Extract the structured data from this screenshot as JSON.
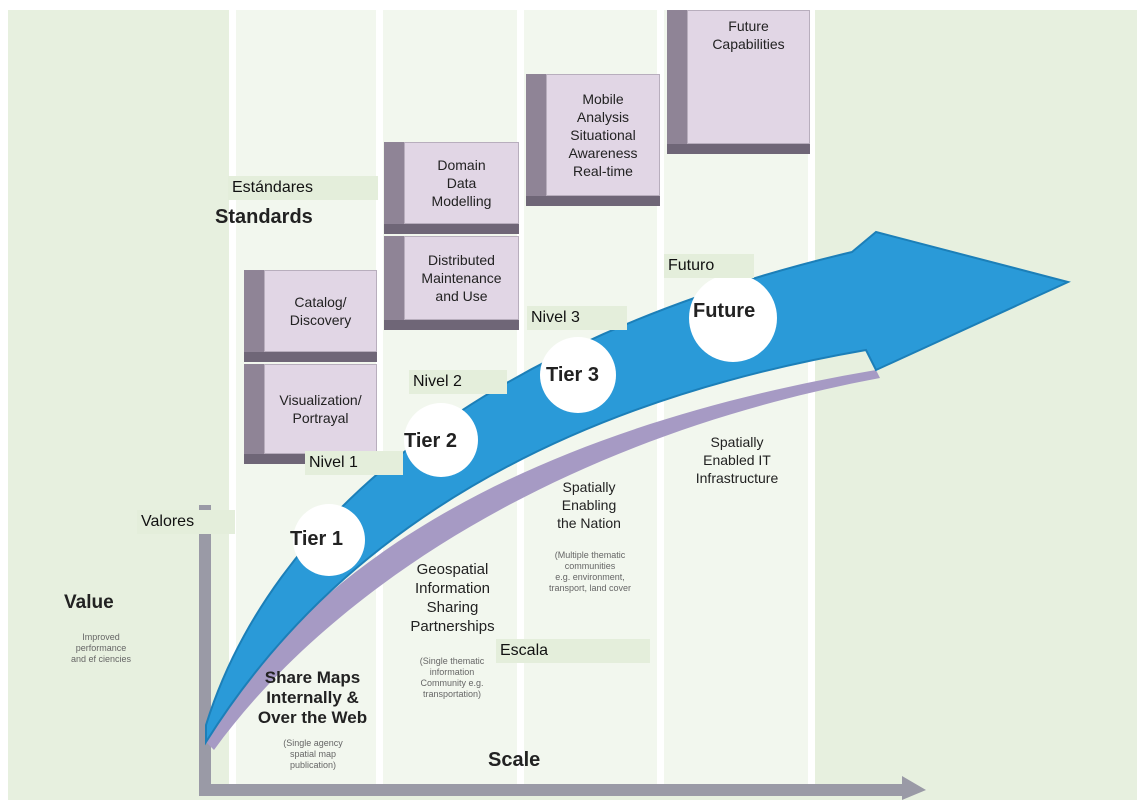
{
  "axes": {
    "value_label": "Value",
    "value_desc": "Improved\nperformance\nand ef ciencies",
    "scale_label": "Scale"
  },
  "boxes": {
    "visualization": "Visualization/\nPortrayal",
    "catalog": "Catalog/\nDiscovery",
    "distributed": "Distributed\nMaintenance\nand Use",
    "domain": "Domain\nData\nModelling",
    "mobile": "Mobile\nAnalysis\nSituational\nAwareness\nReal-time",
    "future_cap": "Future\nCapabilities"
  },
  "standards": "Standards",
  "tiers": {
    "tier1": "Tier 1",
    "tier2": "Tier 2",
    "tier3": "Tier 3",
    "future": "Future"
  },
  "descriptions": {
    "d1_title": "Share Maps\nInternally &\nOver the Web",
    "d1_sub": "(Single agency\nspatial map\npublication)",
    "d2_title": "Geospatial\nInformation\nSharing\nPartnerships",
    "d2_sub": "(Single thematic\ninformation\nCommunity e.g.\ntransportation)",
    "d3_title": "Spatially\nEnabling\nthe Nation",
    "d3_sub": "(Multiple thematic\ncommunities\ne.g. environment,\ntransport, land cover",
    "d4_title": "Spatially\nEnabled IT\nInfrastructure"
  },
  "spanish": {
    "estandares": "Estándares",
    "futuro": "Futuro",
    "nivel3": "Nivel 3",
    "nivel2": "Nivel 2",
    "nivel1": "Nivel 1",
    "valores": "Valores",
    "escala": "Escala"
  },
  "colors": {
    "arrow": "#2a9ad8",
    "arrow_edge": "#a69ac4",
    "box_face": "#e1d6e5",
    "background": "#e7f0df"
  }
}
